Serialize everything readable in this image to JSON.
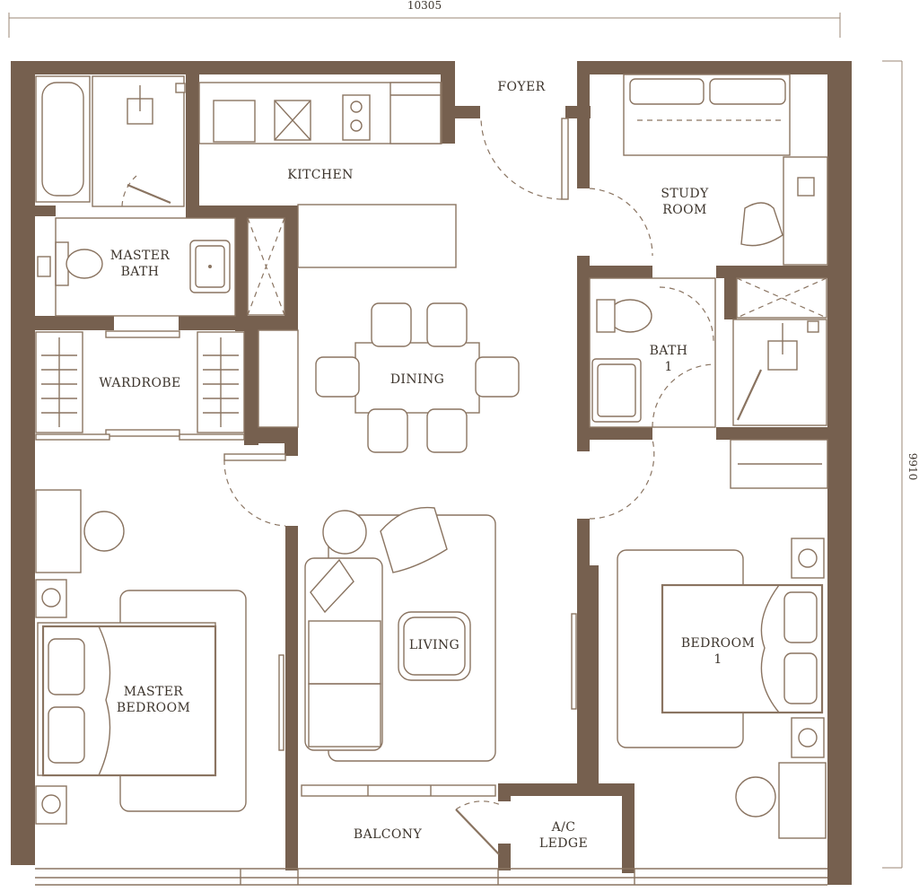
{
  "dimensions": {
    "width_label": "10305",
    "height_label": "9910"
  },
  "rooms": {
    "foyer": "FOYER",
    "kitchen": "KITCHEN",
    "study_line1": "STUDY",
    "study_line2": "ROOM",
    "master_bath_line1": "MASTER",
    "master_bath_line2": "BATH",
    "wardrobe": "WARDROBE",
    "dining": "DINING",
    "bath_line1": "BATH",
    "bath_line2": "1",
    "living": "LIVING",
    "master_bedroom_line1": "MASTER",
    "master_bedroom_line2": "BEDROOM",
    "bedroom_line1": "BEDROOM",
    "bedroom_line2": "1",
    "balcony": "BALCONY",
    "ac_line1": "A/C",
    "ac_line2": "LEDGE"
  },
  "colors": {
    "wall": "#76604f",
    "line": "#8a7461",
    "text": "#3d352d"
  }
}
